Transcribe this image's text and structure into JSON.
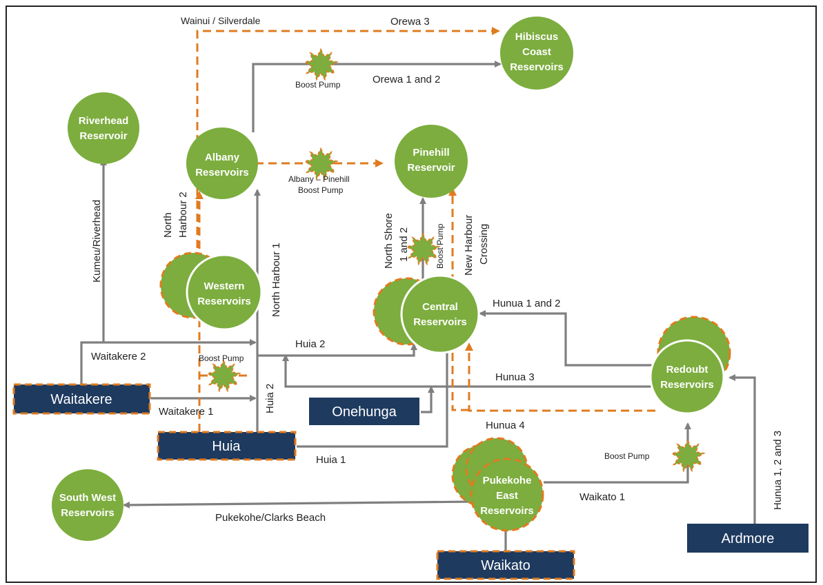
{
  "sources": {
    "waitakere": "Waitakere",
    "huia": "Huia",
    "onehunga": "Onehunga",
    "waikato": "Waikato",
    "ardmore": "Ardmore"
  },
  "reservoirs": {
    "hibiscus": [
      "Hibiscus",
      "Coast",
      "Reservoirs"
    ],
    "riverhead": [
      "Riverhead",
      "Reservoir"
    ],
    "albany": [
      "Albany",
      "Reservoirs"
    ],
    "pinehill": [
      "Pinehill",
      "Reservoir"
    ],
    "western": [
      "Western",
      "Reservoirs"
    ],
    "central": [
      "Central",
      "Reservoirs"
    ],
    "redoubt": [
      "Redoubt",
      "Reservoirs"
    ],
    "pukekohe": [
      "Pukekohe",
      "East",
      "Reservoirs"
    ],
    "southwest": [
      "South West",
      "Reservoirs"
    ]
  },
  "pipelines": {
    "wainui_silverdale": "Wainui / Silverdale",
    "orewa3": "Orewa 3",
    "orewa12": "Orewa 1 and 2",
    "kumeu_riverhead": "Kumeu/Riverhead",
    "north_harbour_2_a": "North",
    "north_harbour_2_b": "Harbour 2",
    "north_harbour_1": "North Harbour 1",
    "albany_pinehill_a": "Albany – Pinehill",
    "albany_pinehill_b": "Boost Pump",
    "north_shore_a": "North Shore",
    "north_shore_b": "1 and 2",
    "new_harbour_a": "New Harbour",
    "new_harbour_b": "Crossing",
    "hunua12": "Hunua 1 and 2",
    "hunua3": "Hunua 3",
    "hunua4": "Hunua 4",
    "hunua123": "Hunua 1, 2 and 3",
    "huia1": "Huia  1",
    "huia2": "Huia 2",
    "huia2_v": "Huia 2",
    "waitakere1": "Waitakere 1",
    "waitakere2": "Waitakere  2",
    "waikato1": "Waikato 1",
    "pukekohe_clarks": "Pukekohe/Clarks  Beach"
  },
  "pumps": {
    "boost_orewa": "Boost Pump",
    "boost_western": "Boost Pump",
    "boost_north_shore": "Boost Pump",
    "boost_waikato": "Boost Pump"
  },
  "colors": {
    "reservoir": "#7cad3e",
    "source": "#1e3a5f",
    "existing_pipe": "#7f7f7f",
    "proposed_pipe": "#e07b1f"
  }
}
